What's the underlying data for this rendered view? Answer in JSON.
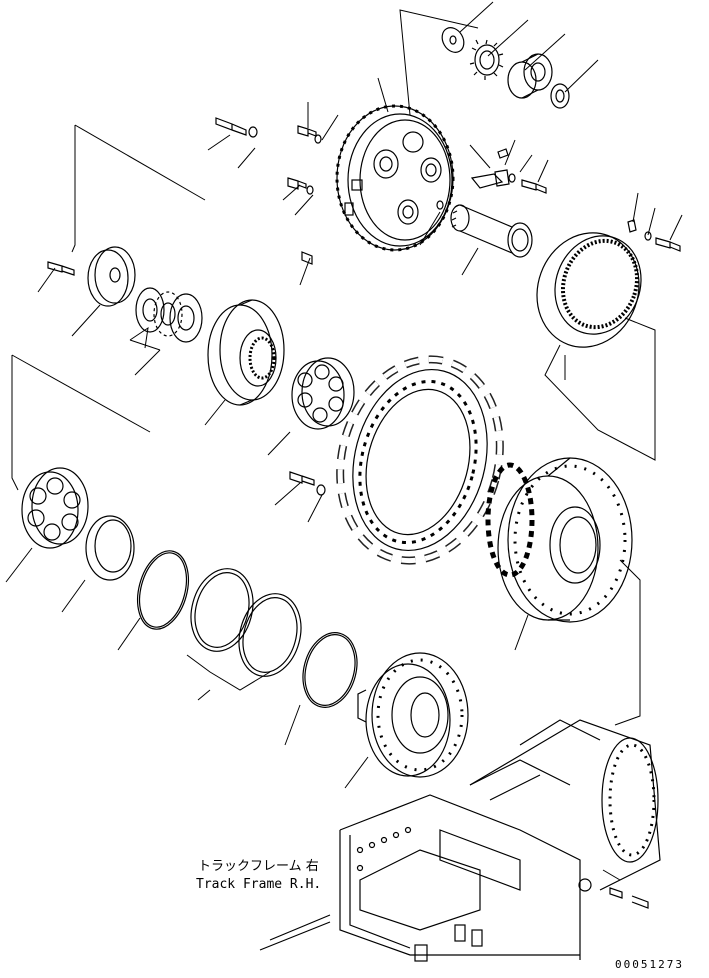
{
  "diagram": {
    "caption_jp": "トラックフレーム 右",
    "caption_en": "Track Frame R.H.",
    "drawing_id": "00051273"
  }
}
